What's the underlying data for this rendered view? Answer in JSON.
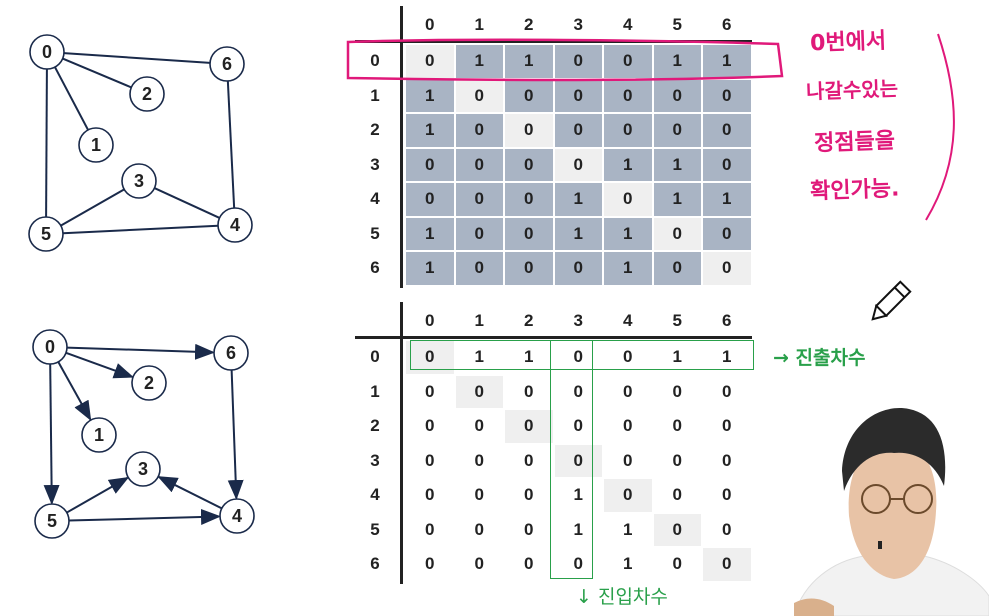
{
  "undirected_graph": {
    "nodes": [
      "0",
      "1",
      "2",
      "3",
      "4",
      "5",
      "6"
    ],
    "edges": [
      [
        "0",
        "1"
      ],
      [
        "0",
        "2"
      ],
      [
        "0",
        "5"
      ],
      [
        "0",
        "6"
      ],
      [
        "3",
        "4"
      ],
      [
        "3",
        "5"
      ],
      [
        "4",
        "5"
      ],
      [
        "4",
        "6"
      ]
    ]
  },
  "directed_graph": {
    "nodes": [
      "0",
      "1",
      "2",
      "3",
      "4",
      "5",
      "6"
    ],
    "edges": [
      [
        "0",
        "1"
      ],
      [
        "0",
        "2"
      ],
      [
        "0",
        "5"
      ],
      [
        "0",
        "6"
      ],
      [
        "4",
        "3"
      ],
      [
        "5",
        "3"
      ],
      [
        "5",
        "4"
      ],
      [
        "6",
        "4"
      ]
    ]
  },
  "matrix_top": {
    "col_headers": [
      "0",
      "1",
      "2",
      "3",
      "4",
      "5",
      "6"
    ],
    "row_headers": [
      "0",
      "1",
      "2",
      "3",
      "4",
      "5",
      "6"
    ],
    "rows": [
      [
        "0",
        "1",
        "1",
        "0",
        "0",
        "1",
        "1"
      ],
      [
        "1",
        "0",
        "0",
        "0",
        "0",
        "0",
        "0"
      ],
      [
        "1",
        "0",
        "0",
        "0",
        "0",
        "0",
        "0"
      ],
      [
        "0",
        "0",
        "0",
        "0",
        "1",
        "1",
        "0"
      ],
      [
        "0",
        "0",
        "0",
        "1",
        "0",
        "1",
        "1"
      ],
      [
        "1",
        "0",
        "0",
        "1",
        "1",
        "0",
        "0"
      ],
      [
        "1",
        "0",
        "0",
        "0",
        "1",
        "0",
        "0"
      ]
    ]
  },
  "matrix_bottom": {
    "col_headers": [
      "0",
      "1",
      "2",
      "3",
      "4",
      "5",
      "6"
    ],
    "row_headers": [
      "0",
      "1",
      "2",
      "3",
      "4",
      "5",
      "6"
    ],
    "rows": [
      [
        "0",
        "1",
        "1",
        "0",
        "0",
        "1",
        "1"
      ],
      [
        "0",
        "0",
        "0",
        "0",
        "0",
        "0",
        "0"
      ],
      [
        "0",
        "0",
        "0",
        "0",
        "0",
        "0",
        "0"
      ],
      [
        "0",
        "0",
        "0",
        "0",
        "0",
        "0",
        "0"
      ],
      [
        "0",
        "0",
        "0",
        "1",
        "0",
        "0",
        "0"
      ],
      [
        "0",
        "0",
        "0",
        "1",
        "1",
        "0",
        "0"
      ],
      [
        "0",
        "0",
        "0",
        "0",
        "1",
        "0",
        "0"
      ]
    ]
  },
  "annotations": {
    "out_degree": "→ 진출차수",
    "in_degree": "↓ 진입차수",
    "handwritten": [
      "0번에서",
      "나갈수있는",
      "정점들을",
      "확인가능."
    ]
  },
  "colors": {
    "cell_fill": "#a9b4c4",
    "diag_fill": "#efefef",
    "highlight_magenta": "#e0197a",
    "green": "#29a04a",
    "node_stroke": "#1a2a4a"
  }
}
